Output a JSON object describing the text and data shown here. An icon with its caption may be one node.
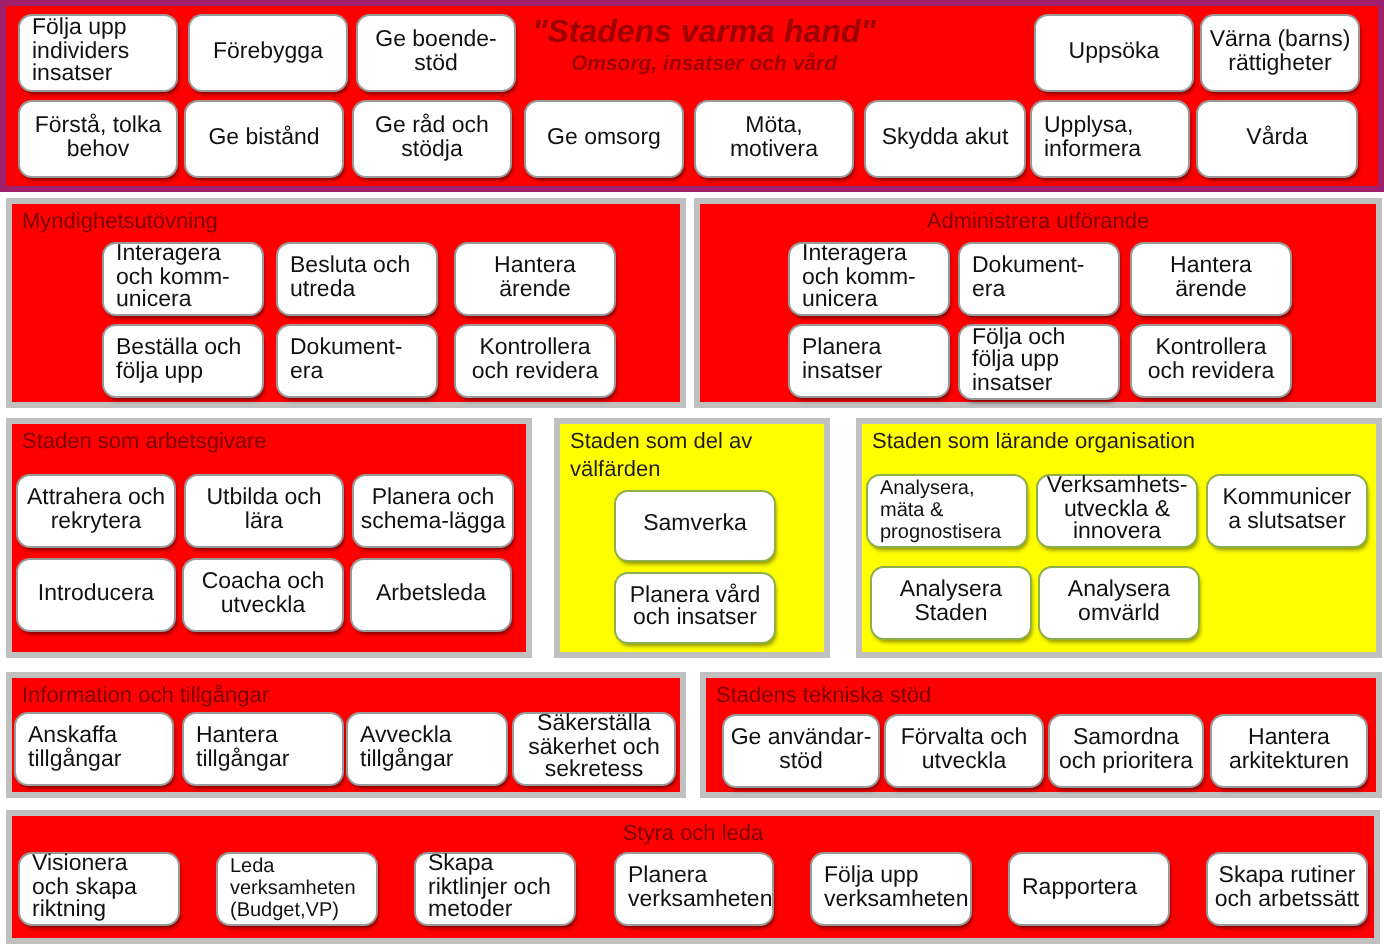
{
  "diagram": {
    "nodes": [
      {
        "text": [
          "\"Stadens varma hand\"",
          "Omsorg, insatser och vård"
        ]
      },
      {
        "text": [
          "Följa upp individers insatser"
        ],
        "in": 0
      },
      {
        "text": [
          "Förebygga"
        ],
        "in": 0
      },
      {
        "text": [
          "Ge boende-stöd"
        ],
        "in": 0
      },
      {
        "text": [
          "Uppsöka"
        ],
        "in": 0
      },
      {
        "text": [
          "Värna (barns) rättigheter"
        ],
        "in": 0
      },
      {
        "text": [
          "Förstå, tolka behov"
        ],
        "in": 0
      },
      {
        "text": [
          "Ge bistånd"
        ],
        "in": 0
      },
      {
        "text": [
          "Ge råd och stödja"
        ],
        "in": 0
      },
      {
        "text": [
          "Ge omsorg"
        ],
        "in": 0
      },
      {
        "text": [
          "Möta, motivera"
        ],
        "in": 0
      },
      {
        "text": [
          "Skydda akut"
        ],
        "in": 0
      },
      {
        "text": [
          "Upplysa, informera"
        ],
        "in": 0
      },
      {
        "text": [
          "Vårda"
        ],
        "in": 0
      },
      {
        "text": [
          "Myndighetsutövning"
        ]
      },
      {
        "text": [
          "Interagera och komm-unicera"
        ],
        "in": 14
      },
      {
        "text": [
          "Besluta och utreda"
        ],
        "in": 14
      },
      {
        "text": [
          "Hantera ärende"
        ],
        "in": 14
      },
      {
        "text": [
          "Beställa och följa upp"
        ],
        "in": 14
      },
      {
        "text": [
          "Dokument-era"
        ],
        "in": 14
      },
      {
        "text": [
          "Kontrollera och revidera"
        ],
        "in": 14
      },
      {
        "text": [
          "Administrera utförande"
        ]
      },
      {
        "text": [
          "Interagera och komm-unicera"
        ],
        "in": 21
      },
      {
        "text": [
          "Dokument-era"
        ],
        "in": 21
      },
      {
        "text": [
          "Hantera ärende"
        ],
        "in": 21
      },
      {
        "text": [
          "Planera insatser"
        ],
        "in": 21
      },
      {
        "text": [
          "Följa och följa upp insatser"
        ],
        "in": 21
      },
      {
        "text": [
          "Kontrollera och revidera"
        ],
        "in": 21
      },
      {
        "text": [
          "Staden som arbetsgivare"
        ]
      },
      {
        "text": [
          "Attrahera och rekrytera"
        ],
        "in": 28
      },
      {
        "text": [
          "Utbilda och lära"
        ],
        "in": 28
      },
      {
        "text": [
          "Planera och schema-lägga"
        ],
        "in": 28
      },
      {
        "text": [
          "Introducera"
        ],
        "in": 28
      },
      {
        "text": [
          "Coacha och utveckla"
        ],
        "in": 28
      },
      {
        "text": [
          "Arbetsleda"
        ],
        "in": 28
      },
      {
        "text": [
          "Staden som del av välfärden"
        ]
      },
      {
        "text": [
          "Samverka"
        ],
        "in": 35
      },
      {
        "text": [
          "Planera vård och insatser"
        ],
        "in": 35
      },
      {
        "text": [
          "Staden som lärande organisation"
        ]
      },
      {
        "text": [
          "Analysera, mäta & prognostisera"
        ],
        "in": 38
      },
      {
        "text": [
          "Verksamhets-utveckla & innovera"
        ],
        "in": 38
      },
      {
        "text": [
          "Kommunicer a slutsatser"
        ],
        "in": 38
      },
      {
        "text": [
          "Analysera Staden"
        ],
        "in": 38
      },
      {
        "text": [
          "Analysera omvärld"
        ],
        "in": 38
      },
      {
        "text": [
          "Information och tillgångar"
        ]
      },
      {
        "text": [
          "Anskaffa tillgångar"
        ],
        "in": 44
      },
      {
        "text": [
          "Hantera tillgångar"
        ],
        "in": 44
      },
      {
        "text": [
          "Avveckla tillgångar"
        ],
        "in": 44
      },
      {
        "text": [
          "Säkerställa säkerhet och sekretess"
        ],
        "in": 44
      },
      {
        "text": [
          "Stadens tekniska stöd"
        ]
      },
      {
        "text": [
          "Ge användar-stöd"
        ],
        "in": 49
      },
      {
        "text": [
          "Förvalta och utveckla"
        ],
        "in": 49
      },
      {
        "text": [
          "Samordna och prioritera"
        ],
        "in": 49
      },
      {
        "text": [
          "Hantera arkitekturen"
        ],
        "in": 49
      },
      {
        "text": [
          "Styra och leda"
        ]
      },
      {
        "text": [
          "Visionera och skapa riktning"
        ],
        "in": 54
      },
      {
        "text": [
          "Leda verksamheten (Budget,VP)"
        ],
        "in": 54
      },
      {
        "text": [
          "Skapa riktlinjer och metoder"
        ],
        "in": 54
      },
      {
        "text": [
          "Planera verksamheten"
        ],
        "in": 54
      },
      {
        "text": [
          "Följa upp verksamheten"
        ],
        "in": 54
      },
      {
        "text": [
          "Rapportera"
        ],
        "in": 54
      },
      {
        "text": [
          "Skapa rutiner och arbetssätt"
        ],
        "in": 54
      }
    ]
  }
}
